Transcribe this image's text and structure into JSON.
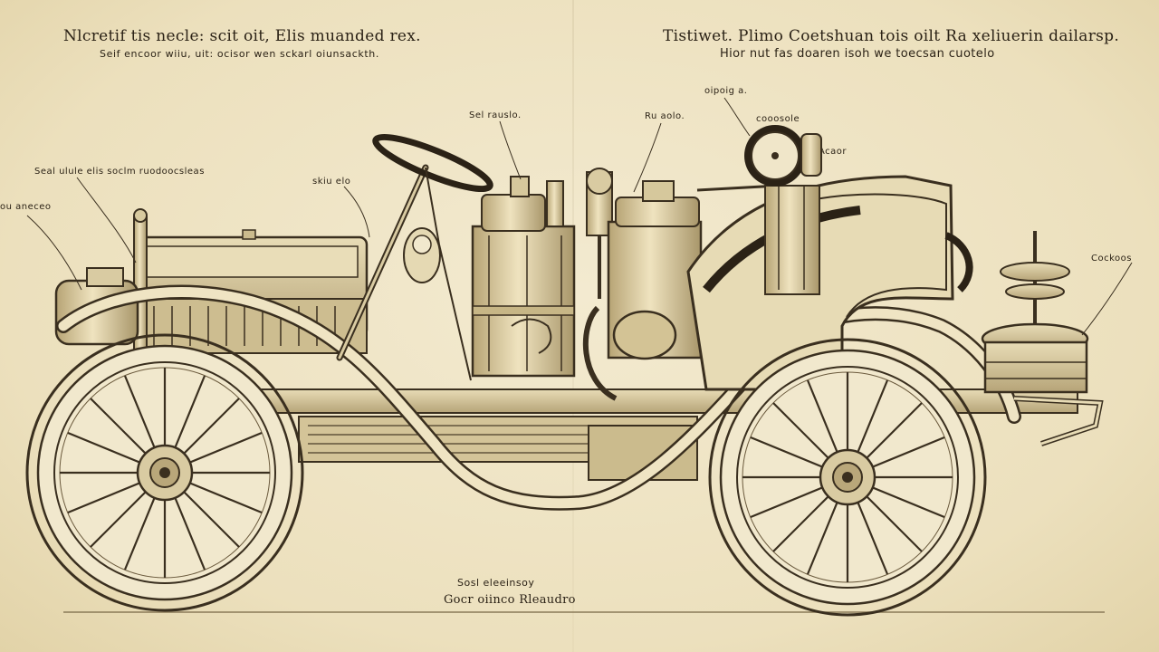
{
  "header": {
    "left_line1": "Nlcretif tis necle: scit oit, Elis muanded rex.",
    "left_line2": "Seif encoor wiiu, uit: ocisor wen sckarl oiunsackth.",
    "right_line1": "Tistiwet. Plimo Coetshuan tois oilt Ra xeliuerin dailarsp.",
    "right_line2": "Hior nut fas doaren isoh we toecsan cuotelo"
  },
  "callouts": [
    {
      "id": "front-left",
      "text": "ou aneceo"
    },
    {
      "id": "frame-left",
      "text": "Seal ulule elis soclm ruodoocsleas"
    },
    {
      "id": "dash",
      "text": "skiu elo"
    },
    {
      "id": "engine-front",
      "text": "Sel rauslo."
    },
    {
      "id": "engine-top",
      "text": "Ru aolo."
    },
    {
      "id": "gauge",
      "text": "oipoig a."
    },
    {
      "id": "dial",
      "text": "cooosole"
    },
    {
      "id": "seat",
      "text": "Acaor"
    },
    {
      "id": "spare",
      "text": "Cockoos"
    }
  ],
  "caption": {
    "line1": "Sosl eleeinsoy",
    "line2": "Gocr oiinco Rleaudro"
  },
  "colors": {
    "paper": "#efe5c6",
    "ink": "#2b2216",
    "line": "#3a2f1f",
    "metal": "#c9b88a"
  }
}
